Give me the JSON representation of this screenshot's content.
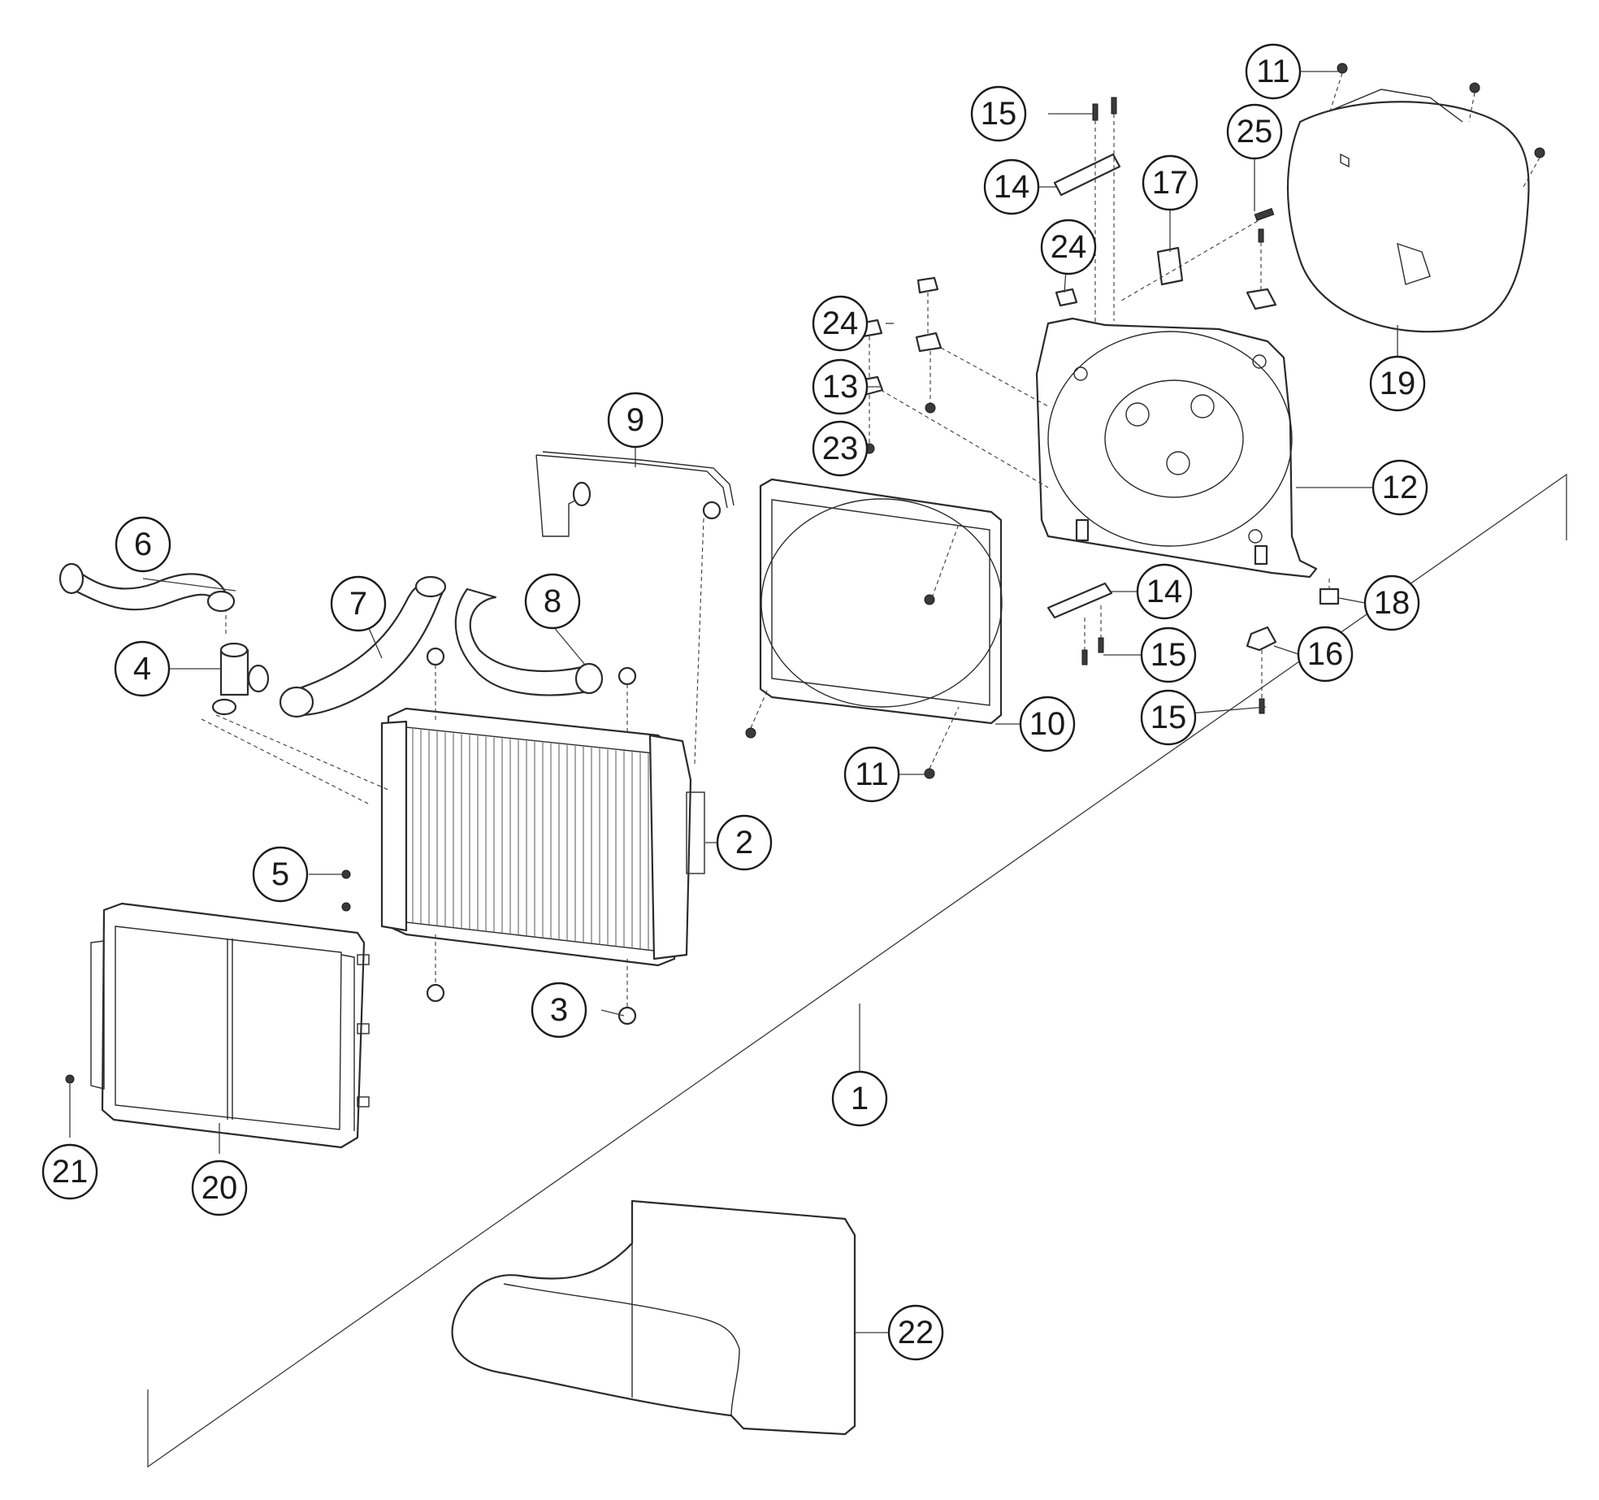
{
  "callouts": [
    {
      "id": "1",
      "label": "1"
    },
    {
      "id": "2",
      "label": "2"
    },
    {
      "id": "3",
      "label": "3"
    },
    {
      "id": "4",
      "label": "4"
    },
    {
      "id": "5",
      "label": "5"
    },
    {
      "id": "6",
      "label": "6"
    },
    {
      "id": "7",
      "label": "7"
    },
    {
      "id": "8",
      "label": "8"
    },
    {
      "id": "9",
      "label": "9"
    },
    {
      "id": "10",
      "label": "10"
    },
    {
      "id": "11a",
      "label": "11"
    },
    {
      "id": "11b",
      "label": "11"
    },
    {
      "id": "12",
      "label": "12"
    },
    {
      "id": "13",
      "label": "13"
    },
    {
      "id": "14a",
      "label": "14"
    },
    {
      "id": "14b",
      "label": "14"
    },
    {
      "id": "15a",
      "label": "15"
    },
    {
      "id": "15b",
      "label": "15"
    },
    {
      "id": "15c",
      "label": "15"
    },
    {
      "id": "16",
      "label": "16"
    },
    {
      "id": "17",
      "label": "17"
    },
    {
      "id": "18",
      "label": "18"
    },
    {
      "id": "19",
      "label": "19"
    },
    {
      "id": "20",
      "label": "20"
    },
    {
      "id": "21",
      "label": "21"
    },
    {
      "id": "22",
      "label": "22"
    },
    {
      "id": "23",
      "label": "23"
    },
    {
      "id": "24a",
      "label": "24"
    },
    {
      "id": "24b",
      "label": "24"
    },
    {
      "id": "25",
      "label": "25"
    }
  ]
}
